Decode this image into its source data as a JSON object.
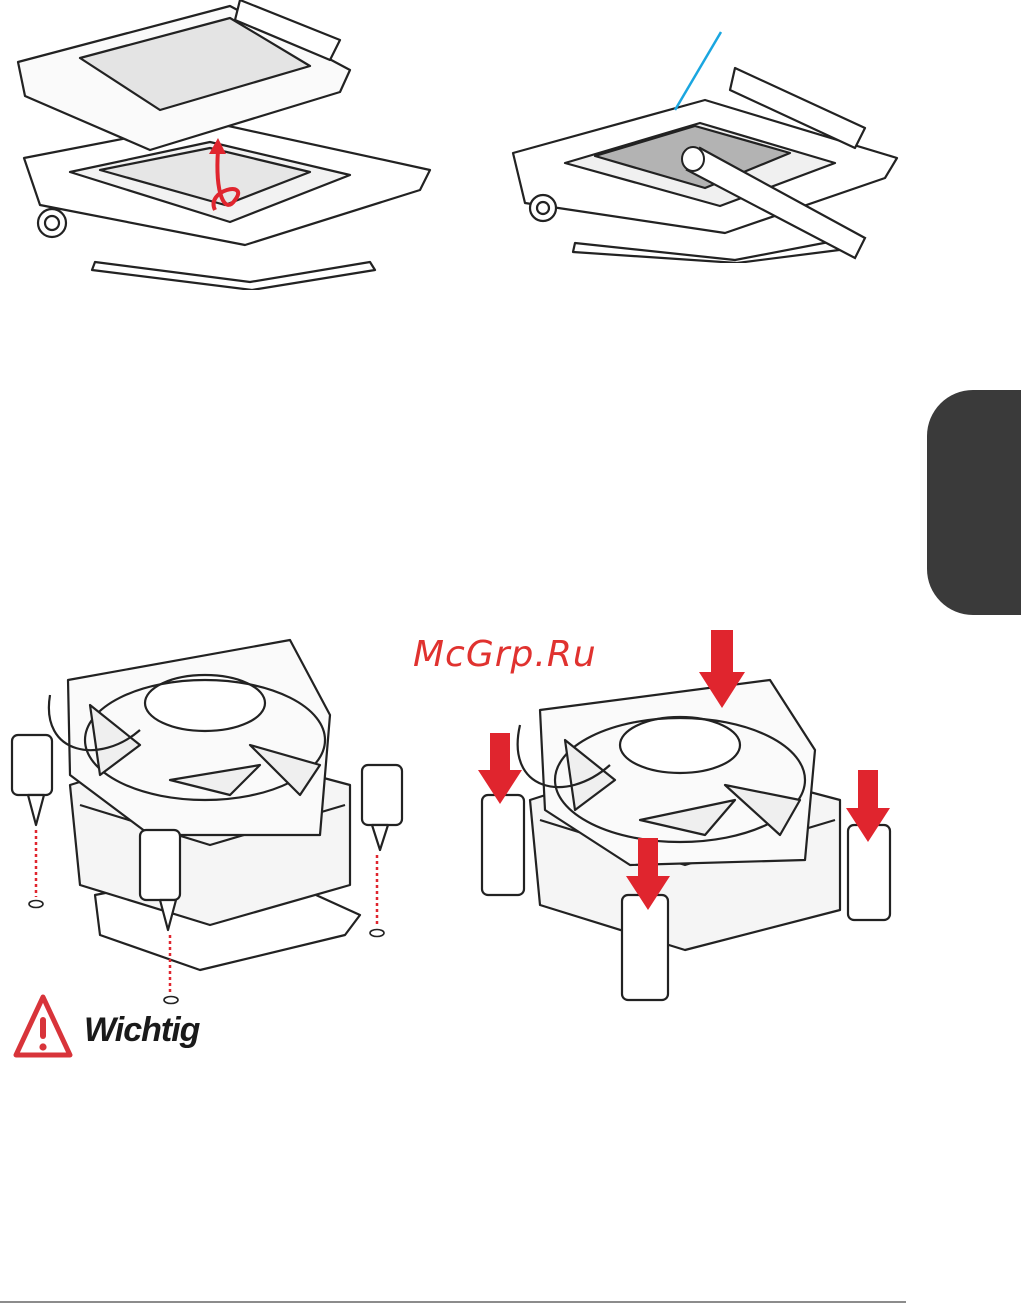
{
  "watermark": {
    "text": "McGrp.Ru",
    "color": "#e0322f"
  },
  "warning": {
    "label": "Wichtig",
    "icon": "warning-triangle-icon",
    "color": "#d8343a"
  },
  "side_tab": {
    "color": "#3a3a3a"
  },
  "figures": [
    {
      "name": "cpu-socket-open-illustration",
      "shows": "socket-cover-lift"
    },
    {
      "name": "thermal-paste-illustration",
      "shows": "paste-application"
    },
    {
      "name": "cooler-alignment-illustration",
      "shows": "push-pins-over-holes"
    },
    {
      "name": "cooler-press-down-illustration",
      "shows": "press-four-corners"
    }
  ],
  "accents": {
    "arrow_red": "#e0252e",
    "guide_blue": "#1aa6e0",
    "paste_grey": "#b3b3b3"
  }
}
